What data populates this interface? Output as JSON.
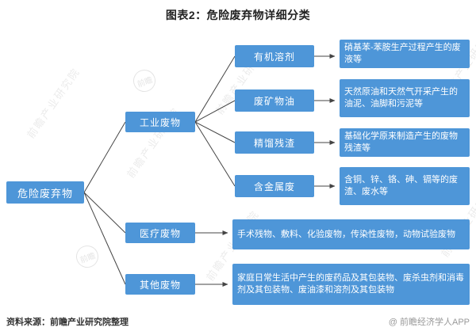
{
  "title": "图表2：危险废弃物详细分类",
  "colors": {
    "node_blue": "#4e96d8",
    "line": "#444444"
  },
  "tree": {
    "root": "危险废弃物",
    "branches": [
      {
        "label": "工业废物",
        "children": [
          {
            "label": "有机溶剂",
            "desc": "硝基苯-苯胺生产过程产生的废液等"
          },
          {
            "label": "废矿物油",
            "desc": "天然原油和天然气开采产生的油泥、油脚和污泥等"
          },
          {
            "label": "精馏残渣",
            "desc": "基础化学原来制造产生的废物残渣等"
          },
          {
            "label": "含金属废",
            "desc": "含铜、锌、铬、砷、镉等的废渣、废水等"
          }
        ]
      },
      {
        "label": "医疗废物",
        "desc": "手术残物、敷料、化验废物，传染性废物，动物试验废物"
      },
      {
        "label": "其他废物",
        "desc": "家庭日常生活中产生的废药品及其包装物、废杀虫剂和消毒剂及其包装物、废油漆和溶剂及其包装物"
      }
    ]
  },
  "watermark": {
    "text": "前瞻产业研究院",
    "logo": "前瞻"
  },
  "footer": {
    "source": "资料来源：前瞻产业研究院整理",
    "credit": "@ 前瞻经济学人APP"
  }
}
